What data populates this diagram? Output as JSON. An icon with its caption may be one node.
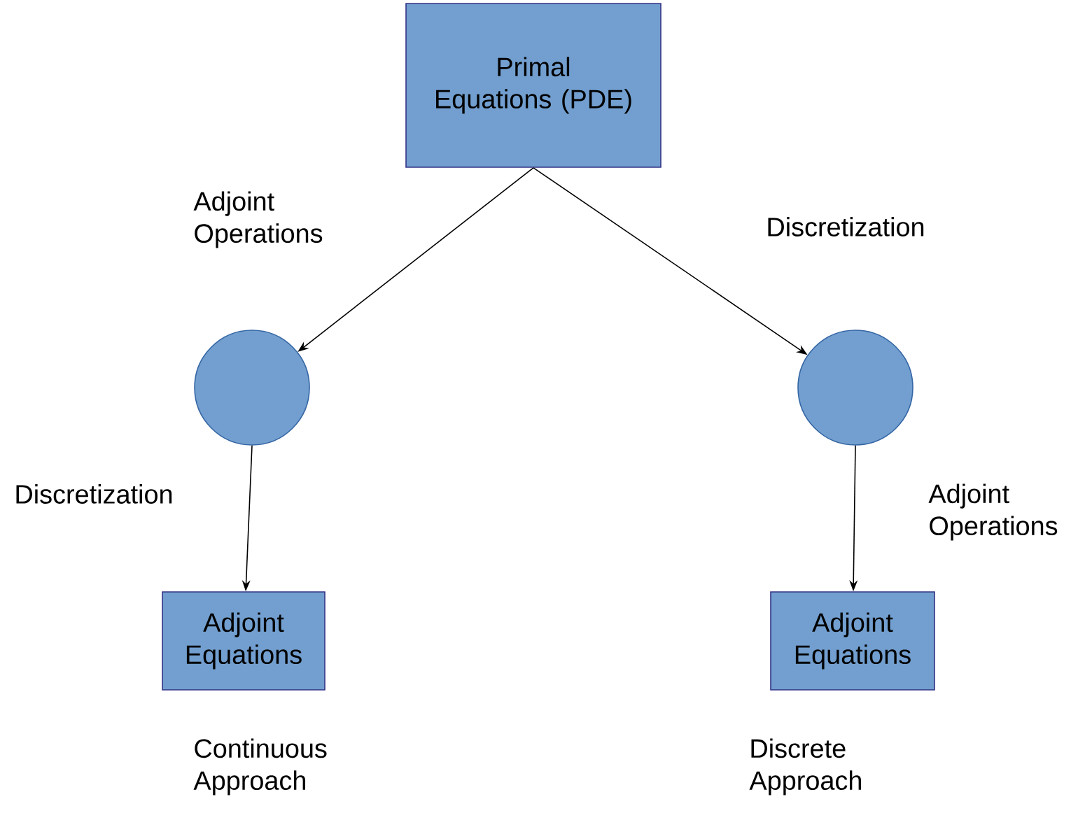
{
  "diagram": {
    "nodes": [
      {
        "text": [
          "Primal Equations (PDE)"
        ]
      },
      {
        "text": [],
        "shape": "circle"
      },
      {
        "text": [],
        "shape": "circle"
      },
      {
        "text": [
          "Adjoint Equations"
        ],
        "beside": [
          "Continuous Approach"
        ]
      },
      {
        "text": [
          "Adjoint Equations"
        ],
        "beside": [
          "Discrete Approach"
        ]
      }
    ],
    "edges": [
      {
        "from": 0,
        "to": 1,
        "arrow": "to",
        "label": "Adjoint Operations"
      },
      {
        "from": 0,
        "to": 2,
        "arrow": "to",
        "label": "Discretization"
      },
      {
        "from": 1,
        "to": 3,
        "arrow": "to",
        "label": "Discretization"
      },
      {
        "from": 2,
        "to": 4,
        "arrow": "to",
        "label": "Adjoint Operations"
      }
    ]
  }
}
